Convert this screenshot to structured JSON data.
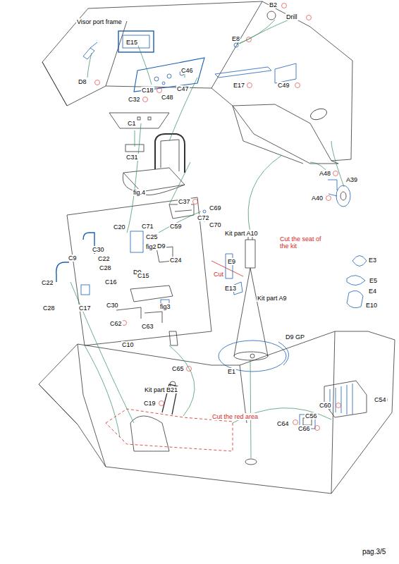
{
  "diagram": {
    "labels": [
      "Visor port frame",
      "E15",
      "D8",
      "B2",
      "Drill",
      "E8",
      "C46",
      "C18",
      "C48",
      "C47",
      "E17",
      "C49",
      "C32",
      "C1",
      "C31",
      "A48",
      "A39",
      "A40",
      "fig.4",
      "C37",
      "C69",
      "C72",
      "C70",
      "C59",
      "Kit part A10",
      "Cut the seat of the kit",
      "C20",
      "C71",
      "C25",
      "fig2",
      "C30",
      "C22",
      "D9",
      "C24",
      "E9",
      "E3",
      "C9",
      "D9",
      "C28",
      "C15",
      "C16",
      "C22",
      "E13",
      "Cut",
      "E5",
      "E4",
      "E10",
      "C28",
      "C17",
      "C30",
      "Kit part A9",
      "fig3",
      "C62",
      "C63",
      "C10",
      "C65",
      "D9 GP",
      "E1",
      "Kit part B21",
      "C19",
      "Cut the red area",
      "C54",
      "C60",
      "C56",
      "C64",
      "C66",
      "pag.3/5"
    ]
  }
}
